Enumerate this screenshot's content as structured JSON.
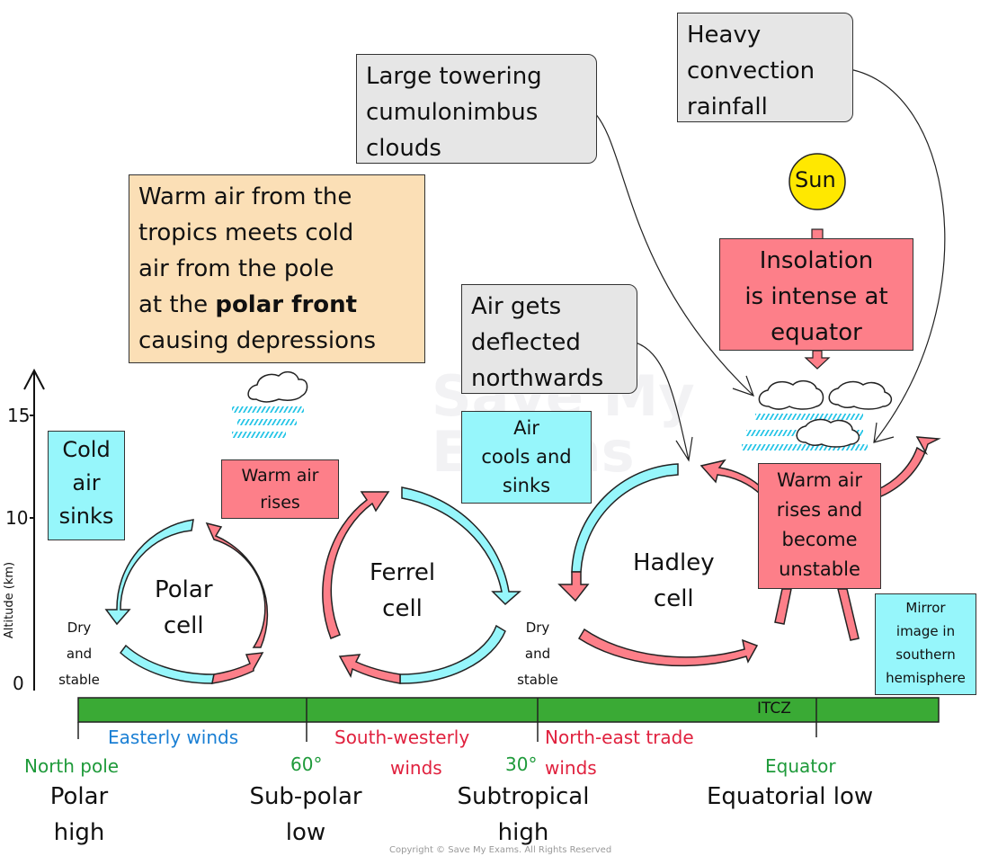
{
  "colors": {
    "cold": "#96f6fb",
    "warm": "#fd7f89",
    "note": "#e6e6e6",
    "callout": "#fbdfb6",
    "ground": "#3aaa35",
    "sun": "#ffe800",
    "rain": "#23c4e6",
    "latitude_text": "#1e9a3a",
    "easterly_text": "#1a7fd4",
    "westerly_text": "#e0213e"
  },
  "axis": {
    "label": "Altitude (km)",
    "ticks": [
      "0",
      "10",
      "15"
    ]
  },
  "notes": {
    "cumulonimbus": [
      "Large towering",
      "cumulonimbus",
      "clouds"
    ],
    "rainfall": [
      "Heavy",
      "convection",
      "rainfall"
    ],
    "deflected": [
      "Air gets",
      "deflected",
      "northwards"
    ]
  },
  "sun": "Sun",
  "insolation": [
    "Insolation",
    "is intense at",
    "equator"
  ],
  "polar_front": {
    "lines": [
      "Warm air from the",
      "tropics meets cold",
      "air from the pole"
    ],
    "line4_prefix": "at the ",
    "line4_bold": "polar front",
    "line5": "causing depressions"
  },
  "cold_air_sinks": [
    "Cold",
    "air",
    "sinks"
  ],
  "warm_air_rises": [
    "Warm air",
    "rises"
  ],
  "air_cools": [
    "Air",
    "cools and",
    "sinks"
  ],
  "warm_unstable": [
    "Warm air",
    "rises and",
    "become",
    "unstable"
  ],
  "mirror": [
    "Mirror",
    "image in",
    "southern",
    "hemisphere"
  ],
  "cells": {
    "polar": [
      "Polar",
      "cell"
    ],
    "ferrel": [
      "Ferrel",
      "cell"
    ],
    "hadley": [
      "Hadley",
      "cell"
    ]
  },
  "dry_stable": [
    "Dry",
    "and",
    "stable"
  ],
  "itcz": "ITCZ",
  "winds": {
    "easterly": "Easterly winds",
    "south_westerly_1": "South-westerly",
    "south_westerly_2": "winds",
    "north_east_1": "North-east trade",
    "north_east_2": "winds"
  },
  "latitudes": {
    "north_pole": "North pole",
    "sixty": "60°",
    "thirty": "30°",
    "equator": "Equator"
  },
  "pressure": {
    "polar_high": [
      "Polar",
      "high"
    ],
    "subpolar_low": [
      "Sub-polar",
      "low"
    ],
    "subtropical_high": [
      "Subtropical",
      "high"
    ],
    "equatorial_low": "Equatorial low"
  },
  "watermark": [
    "Save My",
    "Exams"
  ],
  "copyright": "Copyright © Save My Exams. All Rights Reserved"
}
